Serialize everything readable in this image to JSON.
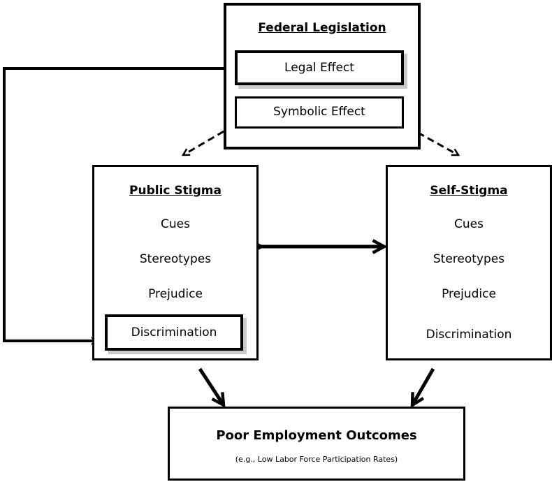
{
  "federal": {
    "title": "Federal Legislation",
    "legal_effect": "Legal Effect",
    "symbolic_effect": "Symbolic Effect"
  },
  "public_stigma": {
    "title": "Public Stigma",
    "items": [
      "Cues",
      "Stereotypes",
      "Prejudice"
    ],
    "discrimination": "Discrimination"
  },
  "self_stigma": {
    "title": "Self-Stigma",
    "items": [
      "Cues",
      "Stereotypes",
      "Prejudice",
      "Discrimination"
    ]
  },
  "outcomes": {
    "title": "Poor Employment Outcomes",
    "subtitle": "(e.g., Low Labor Force Participation Rates)"
  }
}
